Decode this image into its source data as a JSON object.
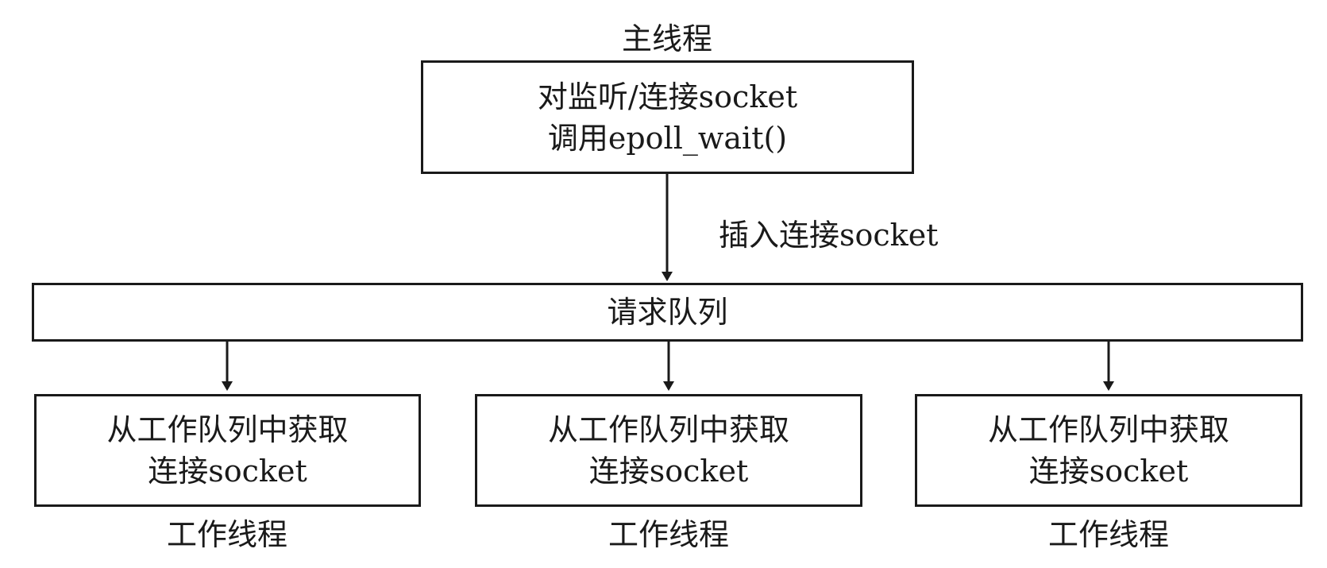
{
  "main_thread": {
    "title": "主线程",
    "box_line1": "对监听/连接socket",
    "box_line2": "调用epoll_wait()"
  },
  "edge_label": "插入连接socket",
  "queue": {
    "label": "请求队列"
  },
  "workers": [
    {
      "line1": "从工作队列中获取",
      "line2": "连接socket",
      "caption": "工作线程"
    },
    {
      "line1": "从工作队列中获取",
      "line2": "连接socket",
      "caption": "工作线程"
    },
    {
      "line1": "从工作队列中获取",
      "line2": "连接socket",
      "caption": "工作线程"
    }
  ]
}
